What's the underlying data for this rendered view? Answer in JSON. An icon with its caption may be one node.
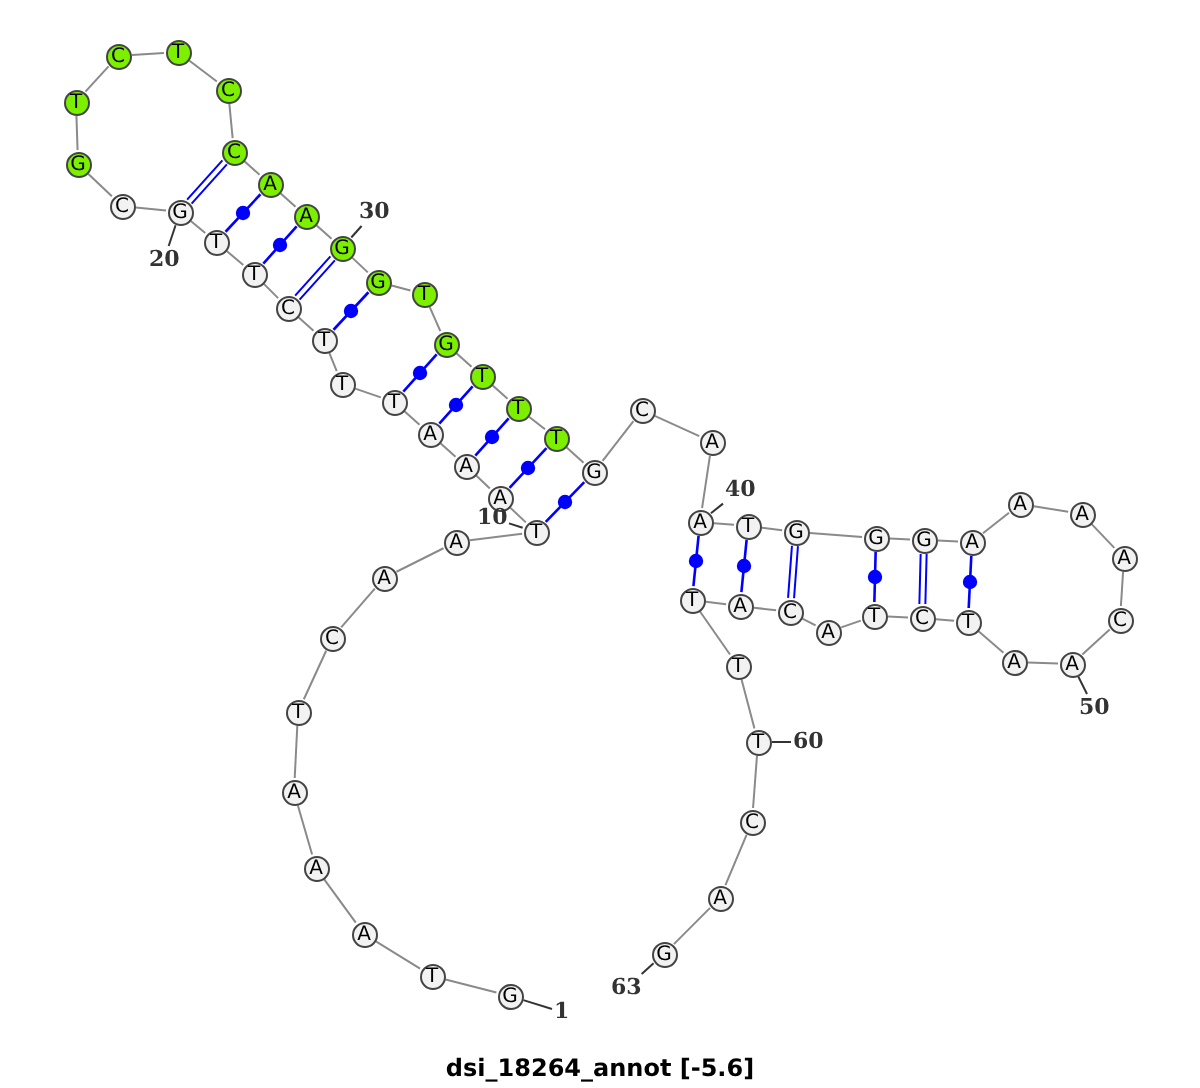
{
  "diagram": {
    "title": "dsi_18264_annot [-5.6]",
    "nodes": [
      {
        "text": [
          "G"
        ]
      },
      {
        "text": [
          "T"
        ]
      },
      {
        "text": [
          "A"
        ]
      },
      {
        "text": [
          "A"
        ]
      },
      {
        "text": [
          "A"
        ]
      },
      {
        "text": [
          "T"
        ]
      },
      {
        "text": [
          "C"
        ]
      },
      {
        "text": [
          "A"
        ]
      },
      {
        "text": [
          "A"
        ]
      },
      {
        "text": [
          "T"
        ]
      },
      {
        "text": [
          "A"
        ]
      },
      {
        "text": [
          "A"
        ]
      },
      {
        "text": [
          "A"
        ]
      },
      {
        "text": [
          "T"
        ]
      },
      {
        "text": [
          "T"
        ]
      },
      {
        "text": [
          "T"
        ]
      },
      {
        "text": [
          "C"
        ]
      },
      {
        "text": [
          "T"
        ]
      },
      {
        "text": [
          "T"
        ]
      },
      {
        "text": [
          "G"
        ]
      },
      {
        "text": [
          "C"
        ]
      },
      {
        "text": [
          "G"
        ]
      },
      {
        "text": [
          "T"
        ]
      },
      {
        "text": [
          "C"
        ]
      },
      {
        "text": [
          "T"
        ]
      },
      {
        "text": [
          "C"
        ]
      },
      {
        "text": [
          "C"
        ]
      },
      {
        "text": [
          "A"
        ]
      },
      {
        "text": [
          "A"
        ]
      },
      {
        "text": [
          "G"
        ]
      },
      {
        "text": [
          "G"
        ]
      },
      {
        "text": [
          "T"
        ]
      },
      {
        "text": [
          "G"
        ]
      },
      {
        "text": [
          "T"
        ]
      },
      {
        "text": [
          "T"
        ]
      },
      {
        "text": [
          "T"
        ]
      },
      {
        "text": [
          "G"
        ]
      },
      {
        "text": [
          "C"
        ]
      },
      {
        "text": [
          "A"
        ]
      },
      {
        "text": [
          "A"
        ]
      },
      {
        "text": [
          "T"
        ]
      },
      {
        "text": [
          "G"
        ]
      },
      {
        "text": [
          "G"
        ]
      },
      {
        "text": [
          "G"
        ]
      },
      {
        "text": [
          "A"
        ]
      },
      {
        "text": [
          "A"
        ]
      },
      {
        "text": [
          "A"
        ]
      },
      {
        "text": [
          "A"
        ]
      },
      {
        "text": [
          "C"
        ]
      },
      {
        "text": [
          "A"
        ]
      },
      {
        "text": [
          "A"
        ]
      },
      {
        "text": [
          "T"
        ]
      },
      {
        "text": [
          "C"
        ]
      },
      {
        "text": [
          "T"
        ]
      },
      {
        "text": [
          "A"
        ]
      },
      {
        "text": [
          "C"
        ]
      },
      {
        "text": [
          "A"
        ]
      },
      {
        "text": [
          "T"
        ]
      },
      {
        "text": [
          "T"
        ]
      },
      {
        "text": [
          "T"
        ]
      },
      {
        "text": [
          "C"
        ]
      },
      {
        "text": [
          "A"
        ]
      },
      {
        "text": [
          "G"
        ]
      },
      {
        "text": [
          "1"
        ]
      },
      {
        "text": [
          "10"
        ]
      },
      {
        "text": [
          "20"
        ]
      },
      {
        "text": [
          "30"
        ]
      },
      {
        "text": [
          "40"
        ]
      },
      {
        "text": [
          "50"
        ]
      },
      {
        "text": [
          "60"
        ]
      },
      {
        "text": [
          "63"
        ]
      }
    ],
    "edges": [
      {
        "from": 0,
        "to": 1,
        "arrow": "none"
      },
      {
        "from": 1,
        "to": 2,
        "arrow": "none"
      },
      {
        "from": 2,
        "to": 3,
        "arrow": "none"
      },
      {
        "from": 3,
        "to": 4,
        "arrow": "none"
      },
      {
        "from": 4,
        "to": 5,
        "arrow": "none"
      },
      {
        "from": 5,
        "to": 6,
        "arrow": "none"
      },
      {
        "from": 6,
        "to": 7,
        "arrow": "none"
      },
      {
        "from": 7,
        "to": 8,
        "arrow": "none"
      },
      {
        "from": 8,
        "to": 9,
        "arrow": "none"
      },
      {
        "from": 9,
        "to": 10,
        "arrow": "none"
      },
      {
        "from": 10,
        "to": 11,
        "arrow": "none"
      },
      {
        "from": 11,
        "to": 12,
        "arrow": "none"
      },
      {
        "from": 12,
        "to": 13,
        "arrow": "none"
      },
      {
        "from": 13,
        "to": 14,
        "arrow": "none"
      },
      {
        "from": 14,
        "to": 15,
        "arrow": "none"
      },
      {
        "from": 15,
        "to": 16,
        "arrow": "none"
      },
      {
        "from": 16,
        "to": 17,
        "arrow": "none"
      },
      {
        "from": 17,
        "to": 18,
        "arrow": "none"
      },
      {
        "from": 18,
        "to": 19,
        "arrow": "none"
      },
      {
        "from": 19,
        "to": 20,
        "arrow": "none"
      },
      {
        "from": 20,
        "to": 21,
        "arrow": "none"
      },
      {
        "from": 21,
        "to": 22,
        "arrow": "none"
      },
      {
        "from": 22,
        "to": 23,
        "arrow": "none"
      },
      {
        "from": 23,
        "to": 24,
        "arrow": "none"
      },
      {
        "from": 24,
        "to": 25,
        "arrow": "none"
      },
      {
        "from": 25,
        "to": 26,
        "arrow": "none"
      },
      {
        "from": 26,
        "to": 27,
        "arrow": "none"
      },
      {
        "from": 27,
        "to": 28,
        "arrow": "none"
      },
      {
        "from": 28,
        "to": 29,
        "arrow": "none"
      },
      {
        "from": 29,
        "to": 30,
        "arrow": "none"
      },
      {
        "from": 30,
        "to": 31,
        "arrow": "none"
      },
      {
        "from": 31,
        "to": 32,
        "arrow": "none"
      },
      {
        "from": 32,
        "to": 33,
        "arrow": "none"
      },
      {
        "from": 33,
        "to": 34,
        "arrow": "none"
      },
      {
        "from": 34,
        "to": 35,
        "arrow": "none"
      },
      {
        "from": 35,
        "to": 36,
        "arrow": "none"
      },
      {
        "from": 36,
        "to": 37,
        "arrow": "none"
      },
      {
        "from": 37,
        "to": 38,
        "arrow": "none"
      },
      {
        "from": 38,
        "to": 39,
        "arrow": "none"
      },
      {
        "from": 39,
        "to": 40,
        "arrow": "none"
      },
      {
        "from": 40,
        "to": 41,
        "arrow": "none"
      },
      {
        "from": 41,
        "to": 42,
        "arrow": "none"
      },
      {
        "from": 42,
        "to": 43,
        "arrow": "none"
      },
      {
        "from": 43,
        "to": 44,
        "arrow": "none"
      },
      {
        "from": 44,
        "to": 45,
        "arrow": "none"
      },
      {
        "from": 45,
        "to": 46,
        "arrow": "none"
      },
      {
        "from": 46,
        "to": 47,
        "arrow": "none"
      },
      {
        "from": 47,
        "to": 48,
        "arrow": "none"
      },
      {
        "from": 48,
        "to": 49,
        "arrow": "none"
      },
      {
        "from": 49,
        "to": 50,
        "arrow": "none"
      },
      {
        "from": 50,
        "to": 51,
        "arrow": "none"
      },
      {
        "from": 51,
        "to": 52,
        "arrow": "none"
      },
      {
        "from": 52,
        "to": 53,
        "arrow": "none"
      },
      {
        "from": 53,
        "to": 54,
        "arrow": "none"
      },
      {
        "from": 54,
        "to": 55,
        "arrow": "none"
      },
      {
        "from": 55,
        "to": 56,
        "arrow": "none"
      },
      {
        "from": 56,
        "to": 57,
        "arrow": "none"
      },
      {
        "from": 57,
        "to": 58,
        "arrow": "none"
      },
      {
        "from": 58,
        "to": 59,
        "arrow": "none"
      },
      {
        "from": 59,
        "to": 60,
        "arrow": "none"
      },
      {
        "from": 60,
        "to": 61,
        "arrow": "none"
      },
      {
        "from": 61,
        "to": 62,
        "arrow": "none"
      },
      {
        "from": 19,
        "to": 26,
        "arrow": "none",
        "color": "#0000ff"
      },
      {
        "from": 18,
        "to": 27,
        "arrow": "none",
        "color": "#0000ff"
      },
      {
        "from": 17,
        "to": 28,
        "arrow": "none",
        "color": "#0000ff"
      },
      {
        "from": 16,
        "to": 29,
        "arrow": "none",
        "color": "#0000ff"
      },
      {
        "from": 15,
        "to": 30,
        "arrow": "none",
        "color": "#0000ff"
      },
      {
        "from": 13,
        "to": 32,
        "arrow": "none",
        "color": "#0000ff"
      },
      {
        "from": 12,
        "to": 33,
        "arrow": "none",
        "color": "#0000ff"
      },
      {
        "from": 11,
        "to": 34,
        "arrow": "none",
        "color": "#0000ff"
      },
      {
        "from": 10,
        "to": 35,
        "arrow": "none",
        "color": "#0000ff"
      },
      {
        "from": 9,
        "to": 36,
        "arrow": "none",
        "color": "#0000ff"
      },
      {
        "from": 39,
        "to": 57,
        "arrow": "none",
        "color": "#0000ff"
      },
      {
        "from": 40,
        "to": 56,
        "arrow": "none",
        "color": "#0000ff"
      },
      {
        "from": 41,
        "to": 55,
        "arrow": "none",
        "color": "#0000ff"
      },
      {
        "from": 42,
        "to": 53,
        "arrow": "none",
        "color": "#0000ff"
      },
      {
        "from": 43,
        "to": 52,
        "arrow": "none",
        "color": "#0000ff"
      },
      {
        "from": 44,
        "to": 51,
        "arrow": "none",
        "color": "#0000ff"
      },
      {
        "from": 63,
        "to": 0,
        "arrow": "none"
      },
      {
        "from": 64,
        "to": 9,
        "arrow": "none"
      },
      {
        "from": 65,
        "to": 19,
        "arrow": "none"
      },
      {
        "from": 66,
        "to": 29,
        "arrow": "none"
      },
      {
        "from": 67,
        "to": 39,
        "arrow": "none"
      },
      {
        "from": 68,
        "to": 49,
        "arrow": "none"
      },
      {
        "from": 69,
        "to": 59,
        "arrow": "none"
      },
      {
        "from": 70,
        "to": 62,
        "arrow": "none"
      }
    ]
  }
}
